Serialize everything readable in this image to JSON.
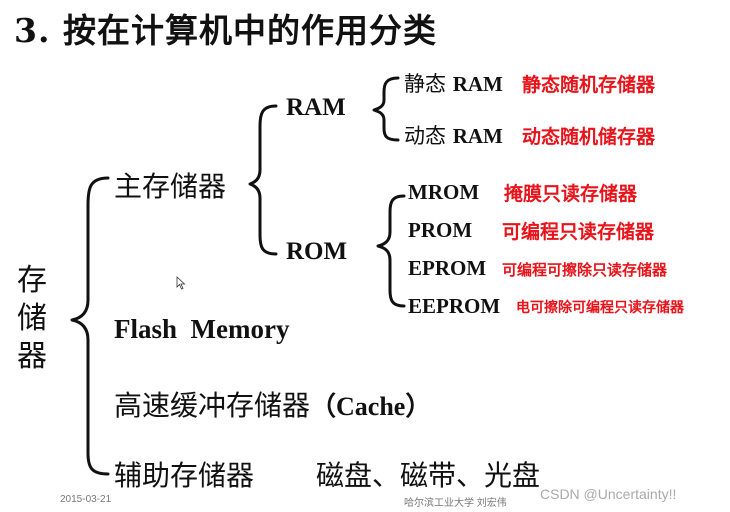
{
  "title": "3. 按在计算机中的作用分类",
  "root": "存储器",
  "main_memory": {
    "label": "主存储器",
    "ram": {
      "label": "RAM",
      "items": [
        {
          "prefix": "静态 ",
          "code": "RAM",
          "desc": "静态随机存储器"
        },
        {
          "prefix": "动态 ",
          "code": "RAM",
          "desc": "动态随机储存器"
        }
      ]
    },
    "rom": {
      "label": "ROM",
      "items": [
        {
          "code": "MROM",
          "desc": "掩膜只读存储器"
        },
        {
          "code": "PROM",
          "desc": "可编程只读存储器"
        },
        {
          "code": "EPROM",
          "desc": "可编程可擦除只读存储器"
        },
        {
          "code": "EEPROM",
          "desc": "电可擦除可编程只读存储器"
        }
      ]
    }
  },
  "flash": "Flash  Memory",
  "cache": {
    "label": "高速缓冲存储器",
    "code": "（Cache）"
  },
  "aux": {
    "label": "辅助存储器",
    "examples": "磁盘、磁带、光盘"
  },
  "footer": {
    "date": "2015-03-21",
    "source": "哈尔滨工业大学  刘宏伟"
  },
  "watermark": "CSDN @Uncertainty!!",
  "colors": {
    "annotation": "#e8141b",
    "text": "#111111"
  }
}
